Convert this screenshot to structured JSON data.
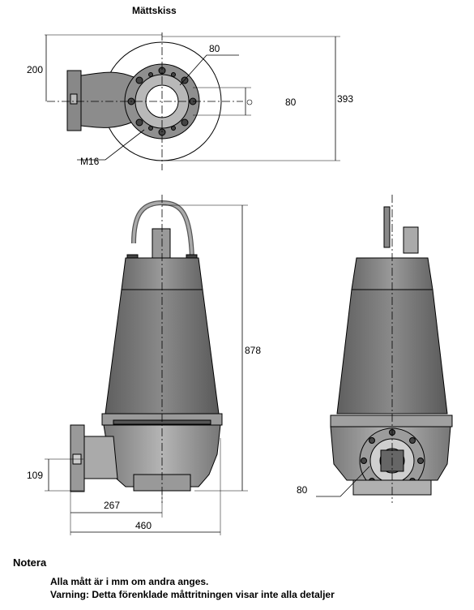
{
  "title": "Mättskiss",
  "top_view": {
    "dim_width": "200",
    "dim_flange": "80",
    "dim_outlet": "80",
    "dim_height": "393",
    "bolt_label": "M16"
  },
  "side_view": {
    "dim_height": "878",
    "dim_base": "109",
    "dim_offset": "267",
    "dim_total": "460"
  },
  "front_view": {
    "dim_flange": "80"
  },
  "notes": {
    "heading": "Notera",
    "line1": "Alla mått är i mm om andra anges.",
    "line2": "Varning: Detta förenklade måttritningen visar inte alla detaljer"
  }
}
